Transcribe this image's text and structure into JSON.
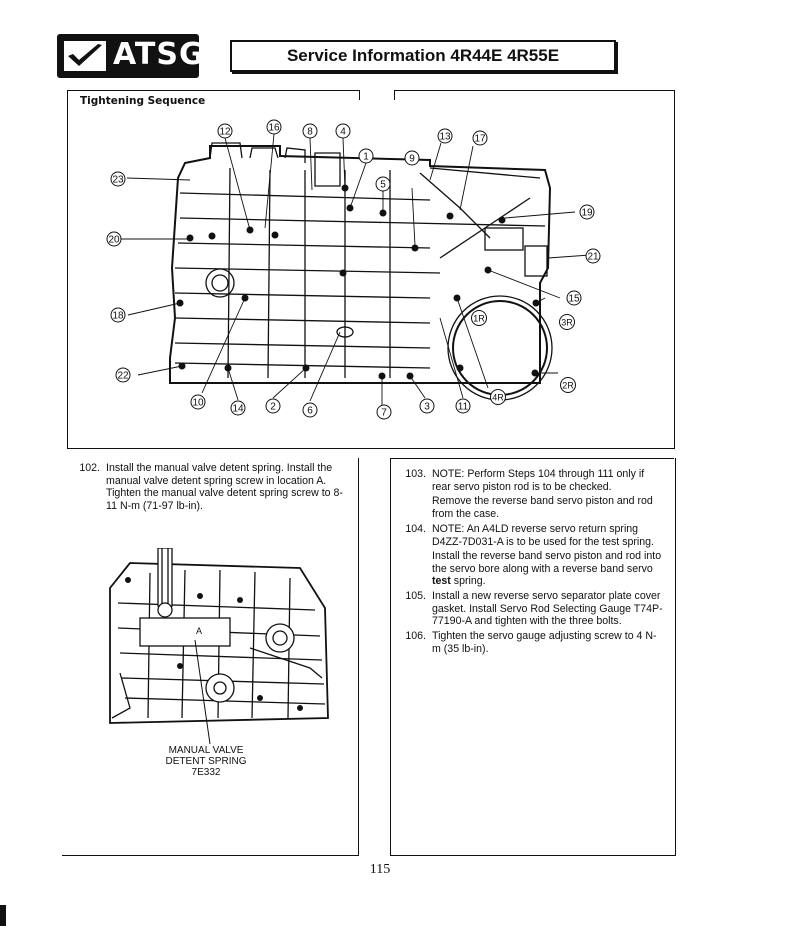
{
  "header": {
    "logo_text": "ATSG",
    "title": "Service Information 4R44E  4R55E"
  },
  "figure": {
    "title": "Tightening Sequence",
    "callouts": [
      "12",
      "16",
      "8",
      "4",
      "1",
      "13",
      "17",
      "9",
      "5",
      "23",
      "19",
      "20",
      "21",
      "15",
      "18",
      "1R",
      "3R",
      "22",
      "2R",
      "10",
      "14",
      "2",
      "6",
      "7",
      "3",
      "11",
      "4R"
    ]
  },
  "left_col": {
    "step_102_num": "102.",
    "step_102_text": "Install the manual valve detent spring. Install the manual valve detent spring screw in location A. Tighten the manual valve detent spring screw to 8-11 N-m (71-97 lb-in).",
    "caption_line1": "MANUAL VALVE",
    "caption_line2": "DETENT SPRING",
    "caption_line3": "7E332",
    "label_a": "A"
  },
  "right_col": {
    "step_103_num": "103.",
    "step_103_text": "NOTE: Perform Steps 104 through 111 only if rear servo piston rod is to be checked.",
    "step_103_note": "Remove the reverse band servo piston and rod from the case.",
    "step_104_num": "104.",
    "step_104_text": "NOTE: An A4LD reverse servo return spring D4ZZ-7D031-A is to be used for the test spring.",
    "step_104_note_pre": "Install the reverse band servo piston and rod into the servo bore along with a reverse band servo ",
    "step_104_note_bold": "test",
    "step_104_note_post": " spring.",
    "step_105_num": "105.",
    "step_105_text": "Install a new reverse servo separator plate cover gasket. Install Servo Rod Selecting Gauge T74P-77190-A and tighten with the three bolts.",
    "step_106_num": "106.",
    "step_106_text": "Tighten the servo gauge adjusting screw to 4 N-m (35 lb-in)."
  },
  "footer": {
    "page_number": "115"
  }
}
